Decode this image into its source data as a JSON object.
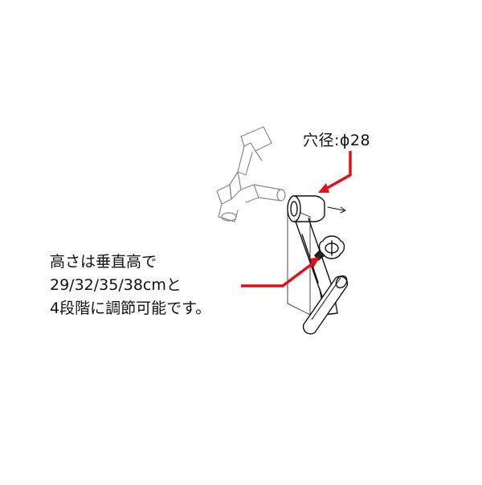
{
  "annotations": {
    "hole_label": "穴径:ϕ28",
    "height_lines": [
      "高さは垂直高で",
      "29/32/35/38cmと",
      "4段階に調節可能です。"
    ]
  },
  "colors": {
    "leader": "#e0101a",
    "line": "#111111",
    "background": "#ffffff"
  }
}
